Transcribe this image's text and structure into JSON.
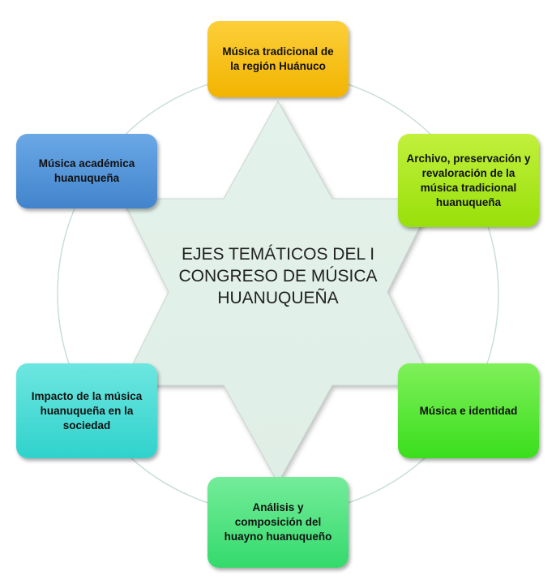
{
  "center_title": [
    "EJES TEMÁTICOS DEL I",
    "CONGRESO DE MÚSICA",
    "HUANUQUEÑA"
  ],
  "nodes": [
    {
      "label": "Música tradicional de la región Huánuco",
      "color": "#f5b800"
    },
    {
      "label": "Archivo, preservación y revaloración de la música tradicional huanuqueña",
      "color": "#a6e512"
    },
    {
      "label": "Música e identidad",
      "color": "#44e02a"
    },
    {
      "label": "Análisis y composición del huayno huanuqueño",
      "color": "#3fe07a"
    },
    {
      "label": "Impacto de la música huanuqueña en la sociedad",
      "color": "#3fd8d2"
    },
    {
      "label": "Música académica huanuqueña",
      "color": "#4a8fd6"
    }
  ]
}
